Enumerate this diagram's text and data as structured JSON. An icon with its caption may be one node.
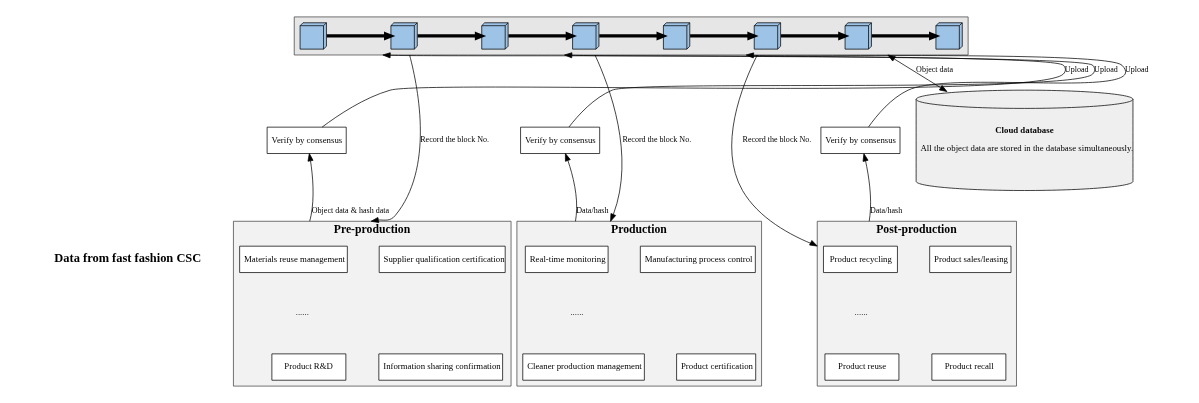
{
  "diagram": {
    "nodes": [
      {
        "text": [],
        "shape": "box"
      },
      {
        "text": [],
        "shape": "cube",
        "in": 0
      },
      {
        "text": [],
        "shape": "cube",
        "in": 0
      },
      {
        "text": [],
        "shape": "cube",
        "in": 0
      },
      {
        "text": [],
        "shape": "cube",
        "in": 0
      },
      {
        "text": [],
        "shape": "cube",
        "in": 0
      },
      {
        "text": [],
        "shape": "cube",
        "in": 0
      },
      {
        "text": [],
        "shape": "cube",
        "in": 0
      },
      {
        "text": [],
        "shape": "cube",
        "in": 0
      },
      {
        "text": [
          "Verify by consensus"
        ]
      },
      {
        "text": [
          "Verify by consensus"
        ]
      },
      {
        "text": [
          "Verify by consensus"
        ]
      },
      {
        "text": [
          "Pre-production"
        ]
      },
      {
        "text": [
          "Materials reuse management"
        ],
        "in": 12
      },
      {
        "text": [
          "Supplier qualification certification"
        ],
        "in": 12
      },
      {
        "text": [
          "Product R&D"
        ],
        "in": 12
      },
      {
        "text": [
          "Information sharing confirmation"
        ],
        "in": 12
      },
      {
        "text": [
          "Production"
        ]
      },
      {
        "text": [
          "Real-time monitoring"
        ],
        "in": 17
      },
      {
        "text": [
          "Manufacturing process control"
        ],
        "in": 17
      },
      {
        "text": [
          "Cleaner production management"
        ],
        "in": 17
      },
      {
        "text": [
          "Product certification"
        ],
        "in": 17
      },
      {
        "text": [
          "Post-production"
        ]
      },
      {
        "text": [
          "Product recycling"
        ],
        "in": 22
      },
      {
        "text": [
          "Product sales/leasing"
        ],
        "in": 22
      },
      {
        "text": [
          "Product reuse"
        ],
        "in": 22
      },
      {
        "text": [
          "Product recall"
        ],
        "in": 22
      },
      {
        "text": [
          "Cloud database",
          "All the object data are stored in the database simultaneously."
        ]
      }
    ],
    "edges": [
      {
        "from": 1,
        "to": 2,
        "arrow": "to",
        "style": "thick"
      },
      {
        "from": 2,
        "to": 3,
        "arrow": "to",
        "style": "thick"
      },
      {
        "from": 3,
        "to": 4,
        "arrow": "to",
        "style": "thick"
      },
      {
        "from": 4,
        "to": 5,
        "arrow": "to",
        "style": "thick"
      },
      {
        "from": 5,
        "to": 6,
        "arrow": "to",
        "style": "thick"
      },
      {
        "from": 6,
        "to": 7,
        "arrow": "to",
        "style": "thick"
      },
      {
        "from": 7,
        "to": 8,
        "arrow": "to",
        "style": "thick"
      },
      {
        "from": 12,
        "to": 9,
        "arrow": "to",
        "label": "Object data & hash data"
      },
      {
        "from": 9,
        "to": 0,
        "arrow": "to",
        "label": "Upload"
      },
      {
        "from": 0,
        "to": 12,
        "arrow": "to",
        "label": "Record the block No."
      },
      {
        "from": 17,
        "to": 10,
        "arrow": "to",
        "label": "Data/hash"
      },
      {
        "from": 10,
        "to": 0,
        "arrow": "to",
        "label": "Upload"
      },
      {
        "from": 0,
        "to": 17,
        "arrow": "to",
        "label": "Record the block No."
      },
      {
        "from": 22,
        "to": 11,
        "arrow": "to",
        "label": "Data/hash"
      },
      {
        "from": 11,
        "to": 0,
        "arrow": "to",
        "label": "Upload"
      },
      {
        "from": 0,
        "to": 22,
        "arrow": "to",
        "label": "Record the block No."
      },
      {
        "from": 0,
        "to": 27,
        "arrow": "both",
        "label": "Object data"
      }
    ],
    "labels": [
      "Data from fast fashion CSC",
      "......",
      "......",
      "......"
    ]
  }
}
